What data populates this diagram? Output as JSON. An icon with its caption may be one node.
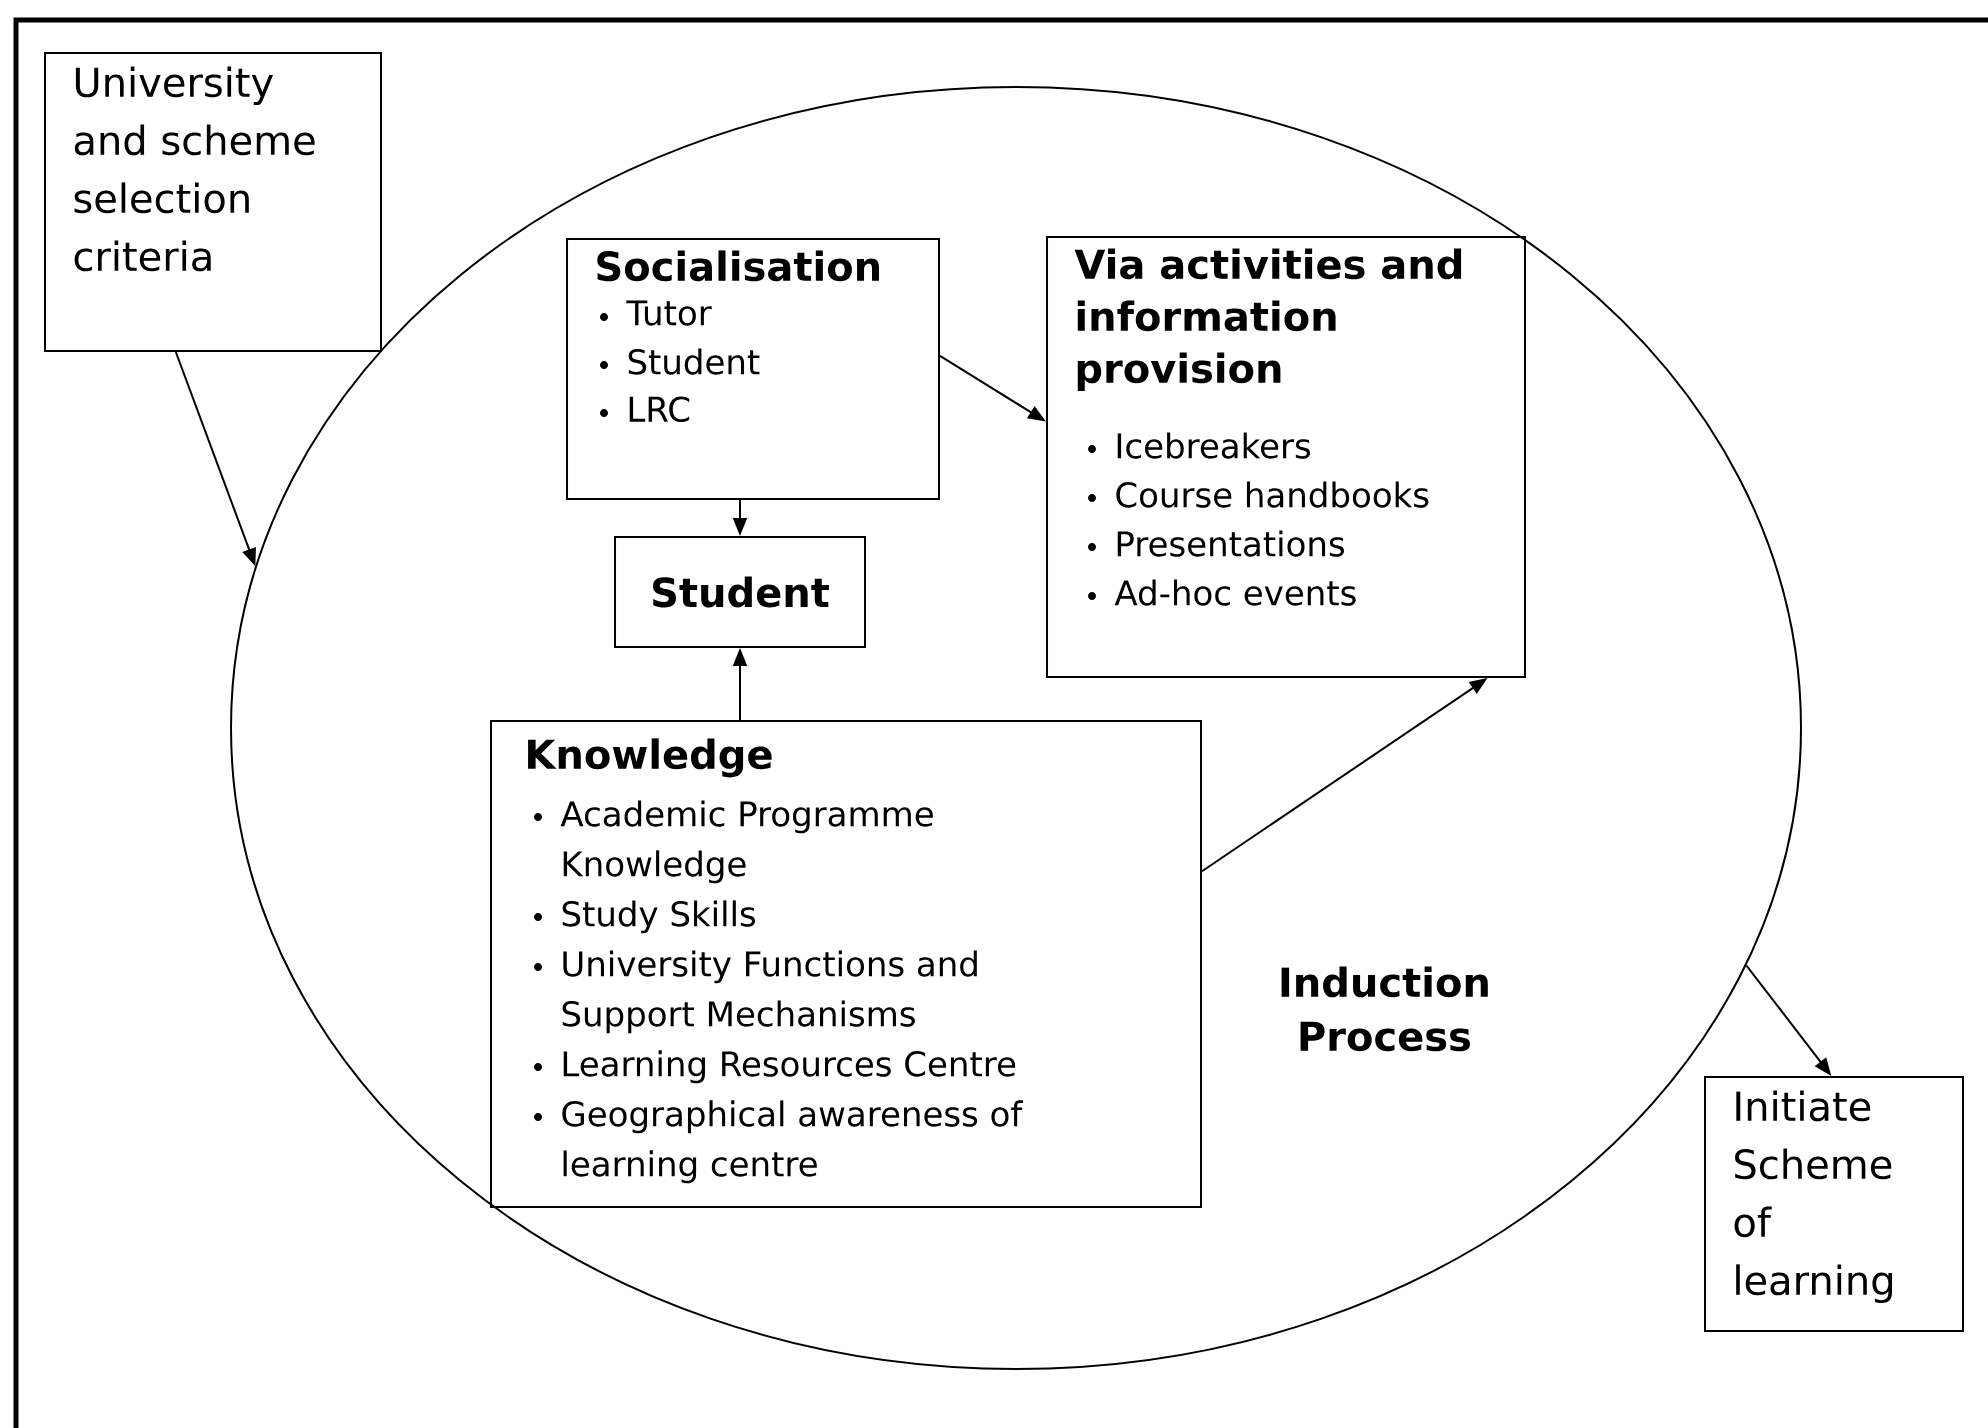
{
  "diagram": {
    "nodes": [
      {
        "text": [
          "University and scheme selection criteria"
        ]
      },
      {
        "text": [
          "Induction Process"
        ]
      },
      {
        "text": [
          "Socialisation",
          "Tutor",
          "Student",
          "LRC"
        ],
        "in": 1
      },
      {
        "text": [
          "Student"
        ],
        "in": 1
      },
      {
        "text": [
          "Via activities and information provision",
          "Icebreakers",
          "Course handbooks",
          "Presentations",
          "Ad-hoc events"
        ],
        "in": 1
      },
      {
        "text": [
          "Knowledge",
          "Academic Programme Knowledge",
          "Study Skills",
          "University Functions and Support Mechanisms",
          "Learning Resources Centre",
          "Geographical awareness of learning centre"
        ],
        "in": 1
      },
      {
        "text": [
          "Initiate Scheme of learning"
        ]
      }
    ],
    "edges": [
      {
        "from": 0,
        "to": 1,
        "arrow": "to"
      },
      {
        "from": 2,
        "to": 4,
        "arrow": "to"
      },
      {
        "from": 2,
        "to": 3,
        "arrow": "to"
      },
      {
        "from": 5,
        "to": 3,
        "arrow": "to"
      },
      {
        "from": 5,
        "to": 4,
        "arrow": "to"
      },
      {
        "from": 1,
        "to": 6,
        "arrow": "to"
      }
    ]
  }
}
